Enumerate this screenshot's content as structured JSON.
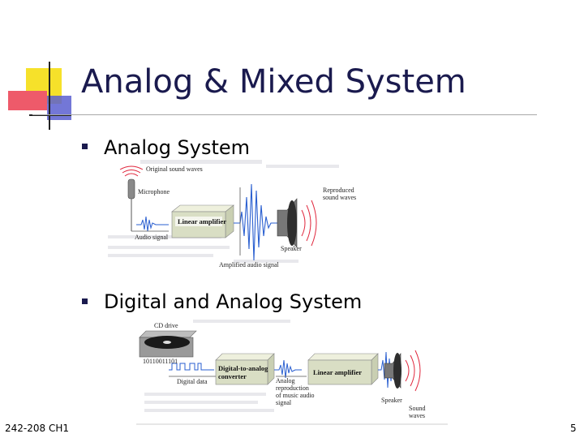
{
  "slide": {
    "title": "Analog & Mixed System",
    "bullets": [
      {
        "text": "Analog System"
      },
      {
        "text": "Digital and Analog System"
      }
    ]
  },
  "figure1": {
    "original_sound_waves": "Original sound waves",
    "microphone": "Microphone",
    "linear_amplifier": "Linear amplifier",
    "audio_signal": "Audio signal",
    "reproduced_sound_waves_1": "Reproduced",
    "reproduced_sound_waves_2": "sound waves",
    "speaker": "Speaker",
    "amplified_audio_signal": "Amplified audio signal"
  },
  "figure2": {
    "cd_drive": "CD drive",
    "binary_bits": "10110011101",
    "digital_data": "Digital data",
    "dac_line1": "Digital-to-analog",
    "dac_line2": "converter",
    "analog_repro_1": "Analog",
    "analog_repro_2": "reproduction",
    "analog_repro_3": "of music audio",
    "analog_repro_4": "signal",
    "linear_amplifier": "Linear amplifier",
    "speaker": "Speaker",
    "sound_waves_1": "Sound",
    "sound_waves_2": "waves"
  },
  "footer": {
    "course": "242-208 CH1",
    "page": "5"
  },
  "colors": {
    "title": "#1a1a4e",
    "deco_yellow": "#f6e12a",
    "deco_red": "#ee4f5f",
    "deco_blue": "#4a50c8",
    "waveform_blue": "#2a5fd0",
    "sound_red": "#e0263c",
    "amp_box": "#d9dec4"
  }
}
